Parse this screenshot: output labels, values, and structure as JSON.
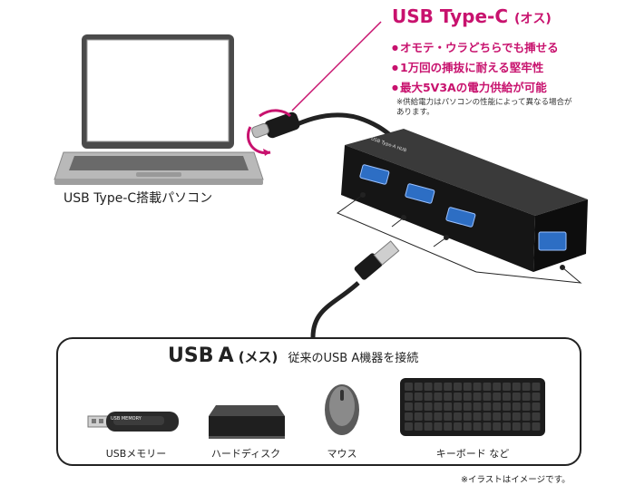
{
  "type_c": {
    "title": "USB Type-C",
    "title_suffix": "(オス)",
    "features": [
      "オモテ・ウラどちらでも挿せる",
      "1万回の挿抜に耐える堅牢性",
      "最大5V3Aの電力供給が可能"
    ],
    "note": "※供給電力はパソコンの性能によって異なる場合があります。"
  },
  "computer": {
    "label": "USB Type-C搭載パソコン"
  },
  "hub": {
    "brand_text": "USB Type-A HUB",
    "model_text": ""
  },
  "type_a": {
    "title": "USB",
    "title_a": "A",
    "title_suffix": "(メス)",
    "description": "従来のUSB A機器を接続"
  },
  "devices": [
    {
      "label": "USBメモリー",
      "icon": "usb-memory-icon",
      "printed_text": "USB MEMORY"
    },
    {
      "label": "ハードディスク",
      "icon": "hard-disk-icon"
    },
    {
      "label": "マウス",
      "icon": "mouse-icon"
    },
    {
      "label": "キーボード など",
      "icon": "keyboard-icon"
    }
  ],
  "footnote": "※イラストはイメージです。",
  "colors": {
    "accent": "#c8126e",
    "hub_port": "#2d6ec4",
    "hub_body": "#1a1a1a"
  }
}
